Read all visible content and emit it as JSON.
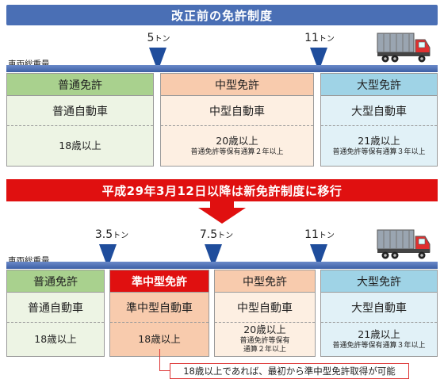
{
  "header": {
    "title": "改正前の免許制度"
  },
  "old": {
    "scale_label": "車両総重量",
    "thresholds": [
      {
        "num": "5",
        "unit": "トン"
      },
      {
        "num": "11",
        "unit": "トン"
      }
    ],
    "licenses": [
      {
        "name": "普通免許",
        "vehicle": "普通自動車",
        "age": "18歳以上",
        "note": ""
      },
      {
        "name": "中型免許",
        "vehicle": "中型自動車",
        "age": "20歳以上",
        "note": "普通免許等保有通算２年以上"
      },
      {
        "name": "大型免許",
        "vehicle": "大型自動車",
        "age": "21歳以上",
        "note": "普通免許等保有通算３年以上"
      }
    ]
  },
  "transition": {
    "text": "平成29年3月12日以降は新免許制度に移行"
  },
  "new": {
    "scale_label": "車両総重量",
    "thresholds": [
      {
        "num": "3.5",
        "unit": "トン"
      },
      {
        "num": "7.5",
        "unit": "トン"
      },
      {
        "num": "11",
        "unit": "トン"
      }
    ],
    "licenses": [
      {
        "name": "普通免許",
        "vehicle": "普通自動車",
        "age": "18歳以上",
        "note": ""
      },
      {
        "name": "準中型免許",
        "vehicle": "準中型自動車",
        "age": "18歳以上",
        "note": ""
      },
      {
        "name": "中型免許",
        "vehicle": "中型自動車",
        "age": "20歳以上",
        "note": "普通免許等保有\n通算２年以上"
      },
      {
        "name": "大型免許",
        "vehicle": "大型自動車",
        "age": "21歳以上",
        "note": "普通免許等保有通算３年以上"
      }
    ]
  },
  "callout": {
    "text": "18歳以上であれば、最初から準中型免許取得が可能"
  },
  "colors": {
    "title_blue": "#4a6fb5",
    "transition_red": "#e01010",
    "marker_blue": "#1f4d9c",
    "green_head": "#a9d18e",
    "orange_head": "#f8cbad",
    "blue_head": "#9fd3e6"
  }
}
